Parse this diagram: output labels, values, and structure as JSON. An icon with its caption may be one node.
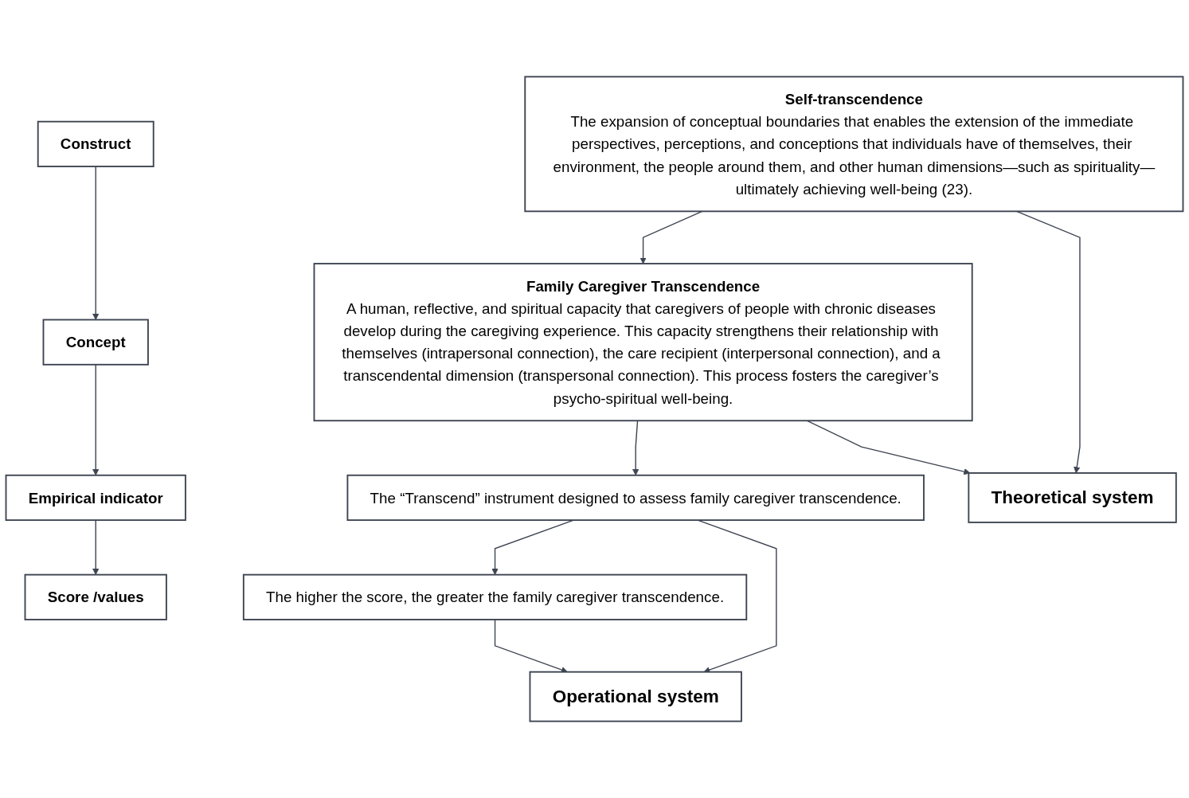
{
  "diagram": {
    "nodes": [
      {
        "text": [
          "Construct"
        ]
      },
      {
        "text": [
          "Concept"
        ]
      },
      {
        "text": [
          "Empirical indicator"
        ]
      },
      {
        "text": [
          "Score /values"
        ]
      },
      {
        "text": [
          "Self-transcendence",
          "The expansion of conceptual boundaries that enables the extension of the immediate perspectives, perceptions, and conceptions that individuals have of themselves, their environment, the people around them, and other human dimensions—such as spirituality—ultimately achieving well-being (23)."
        ]
      },
      {
        "text": [
          "Family Caregiver Transcendence",
          "A human, reflective, and spiritual capacity that caregivers of people with chronic diseases develop during the caregiving experience. This capacity strengthens their relationship with themselves (intrapersonal connection), the care recipient (interpersonal connection), and a transcendental dimension (transpersonal connection). This process fosters the caregiver’s psycho-spiritual well-being."
        ]
      },
      {
        "text": [
          "The “Transcend” instrument designed to assess family caregiver transcendence."
        ]
      },
      {
        "text": [
          "The higher the score, the greater the family caregiver transcendence."
        ]
      },
      {
        "text": [
          "Theoretical system"
        ]
      },
      {
        "text": [
          "Operational system"
        ]
      }
    ],
    "edges": [
      {
        "from": 0,
        "to": 1,
        "arrow": "to"
      },
      {
        "from": 1,
        "to": 2,
        "arrow": "to"
      },
      {
        "from": 2,
        "to": 3,
        "arrow": "to"
      },
      {
        "from": 4,
        "to": 5,
        "arrow": "to"
      },
      {
        "from": 5,
        "to": 6,
        "arrow": "to"
      },
      {
        "from": 6,
        "to": 7,
        "arrow": "to"
      },
      {
        "from": 4,
        "to": 8,
        "arrow": "to"
      },
      {
        "from": 5,
        "to": 8,
        "arrow": "to"
      },
      {
        "from": 6,
        "to": 9,
        "arrow": "to"
      },
      {
        "from": 7,
        "to": 9,
        "arrow": "to"
      }
    ]
  }
}
